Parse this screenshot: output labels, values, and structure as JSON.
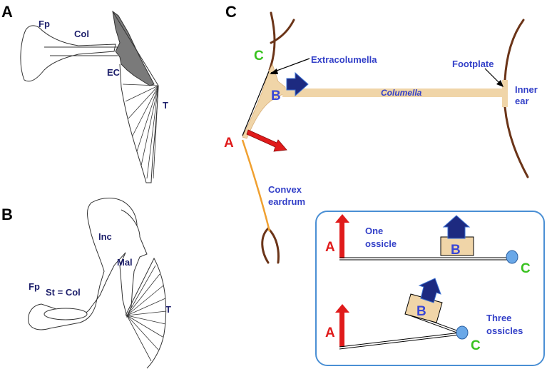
{
  "panels": {
    "a": {
      "letter": "A",
      "labels": {
        "fp": "Fp",
        "col": "Col",
        "ec": "EC",
        "t": "T"
      }
    },
    "b": {
      "letter": "B",
      "labels": {
        "inc": "Inc",
        "mal": "Mal",
        "fp": "Fp",
        "st_col": "St = Col",
        "t": "T"
      }
    },
    "c": {
      "letter": "C",
      "labels": {
        "c": "C",
        "extracolumella": "Extracolumella",
        "b": "B",
        "columella": "Columella",
        "footplate": "Footplate",
        "inner": "Inner",
        "ear": "ear",
        "a": "A",
        "convex": "Convex",
        "eardrum": "eardrum"
      },
      "inset": {
        "top": {
          "a": "A",
          "b": "B",
          "c": "C",
          "line1": "One",
          "line2": "ossicle"
        },
        "bottom": {
          "a": "A",
          "b": "B",
          "c": "C",
          "line1": "Three",
          "line2": "ossicles"
        }
      }
    }
  },
  "colors": {
    "bone": "#f0d5a8",
    "bone_edge": "#d9b17c",
    "red": "#e01b1b",
    "green": "#38c21f",
    "navy": "#1d1f6b",
    "blue_text": "#3340c8",
    "eardrum": "#f0a030",
    "membrane": "#6b3418",
    "inset_border": "#4a8fd4",
    "ball": "#6aa8e8",
    "cartilage": "#7a7a7a"
  }
}
